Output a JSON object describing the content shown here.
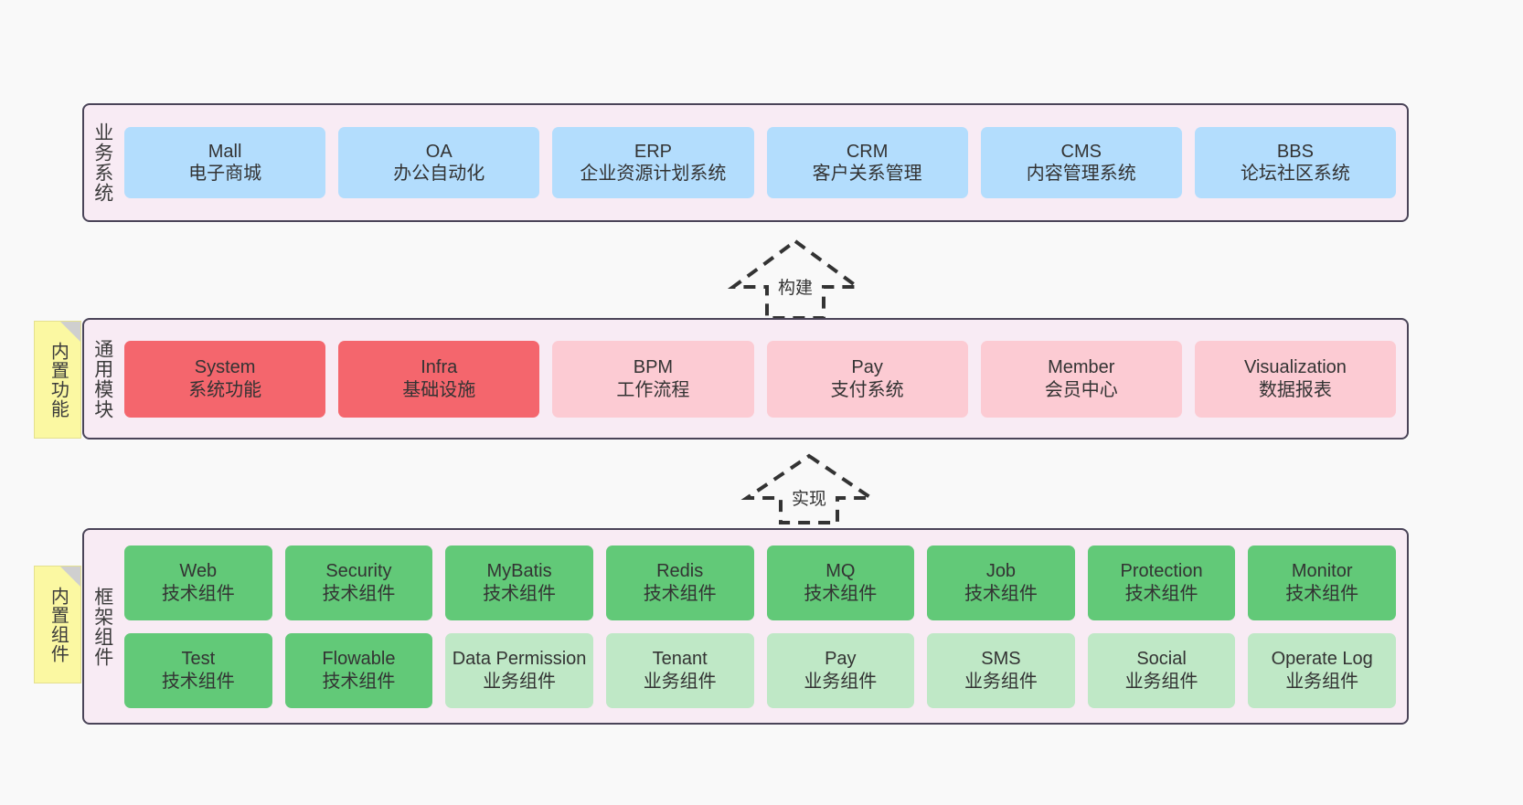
{
  "diagram": {
    "background_color": "#f9f9f9",
    "container_bg": "#f8ebf4",
    "container_border": "#4a4458"
  },
  "layers": [
    {
      "key": "business",
      "label": "业务系统",
      "rows": [
        {
          "cards": [
            {
              "title": "Mall",
              "subtitle": "电子商城",
              "color": "#b3ddfd"
            },
            {
              "title": "OA",
              "subtitle": "办公自动化",
              "color": "#b3ddfd"
            },
            {
              "title": "ERP",
              "subtitle": "企业资源计划系统",
              "color": "#b3ddfd"
            },
            {
              "title": "CRM",
              "subtitle": "客户关系管理",
              "color": "#b3ddfd"
            },
            {
              "title": "CMS",
              "subtitle": "内容管理系统",
              "color": "#b3ddfd"
            },
            {
              "title": "BBS",
              "subtitle": "论坛社区系统",
              "color": "#b3ddfd"
            }
          ]
        }
      ]
    },
    {
      "key": "module",
      "label": "通用模块",
      "note": "内置功能",
      "rows": [
        {
          "cards": [
            {
              "title": "System",
              "subtitle": "系统功能",
              "color": "#f4666d"
            },
            {
              "title": "Infra",
              "subtitle": "基础设施",
              "color": "#f4666d"
            },
            {
              "title": "BPM",
              "subtitle": "工作流程",
              "color": "#fccbd3"
            },
            {
              "title": "Pay",
              "subtitle": "支付系统",
              "color": "#fccbd3"
            },
            {
              "title": "Member",
              "subtitle": "会员中心",
              "color": "#fccbd3"
            },
            {
              "title": "Visualization",
              "subtitle": "数据报表",
              "color": "#fccbd3"
            }
          ]
        }
      ]
    },
    {
      "key": "framework",
      "label": "框架组件",
      "note": "内置组件",
      "rows": [
        {
          "cards": [
            {
              "title": "Web",
              "subtitle": "技术组件",
              "color": "#62c978"
            },
            {
              "title": "Security",
              "subtitle": "技术组件",
              "color": "#62c978"
            },
            {
              "title": "MyBatis",
              "subtitle": "技术组件",
              "color": "#62c978"
            },
            {
              "title": "Redis",
              "subtitle": "技术组件",
              "color": "#62c978"
            },
            {
              "title": "MQ",
              "subtitle": "技术组件",
              "color": "#62c978"
            },
            {
              "title": "Job",
              "subtitle": "技术组件",
              "color": "#62c978"
            },
            {
              "title": "Protection",
              "subtitle": "技术组件",
              "color": "#62c978"
            },
            {
              "title": "Monitor",
              "subtitle": "技术组件",
              "color": "#62c978"
            }
          ]
        },
        {
          "cards": [
            {
              "title": "Test",
              "subtitle": "技术组件",
              "color": "#62c978"
            },
            {
              "title": "Flowable",
              "subtitle": "技术组件",
              "color": "#62c978"
            },
            {
              "title": "Data Permission",
              "subtitle": "业务组件",
              "color": "#bfe8c6"
            },
            {
              "title": "Tenant",
              "subtitle": "业务组件",
              "color": "#bfe8c6"
            },
            {
              "title": "Pay",
              "subtitle": "业务组件",
              "color": "#bfe8c6"
            },
            {
              "title": "SMS",
              "subtitle": "业务组件",
              "color": "#bfe8c6"
            },
            {
              "title": "Social",
              "subtitle": "业务组件",
              "color": "#bfe8c6"
            },
            {
              "title": "Operate Log",
              "subtitle": "业务组件",
              "color": "#bfe8c6"
            }
          ]
        }
      ]
    }
  ],
  "arrows": [
    {
      "key": "build",
      "label": "构建",
      "style": "dashed-hollow-up"
    },
    {
      "key": "implement",
      "label": "实现",
      "style": "dashed-hollow-up"
    }
  ]
}
